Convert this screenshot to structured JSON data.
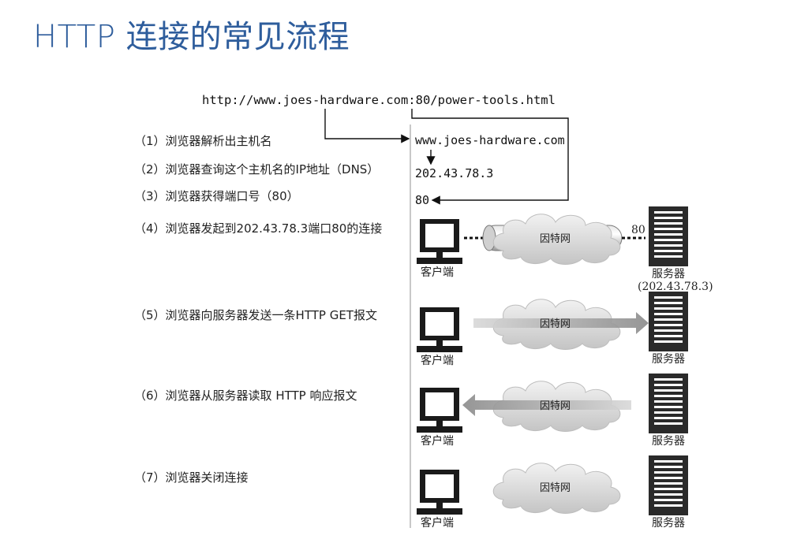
{
  "title": "HTTP 连接的常见流程",
  "url": {
    "prefix": "http://www.joes-hardware.com:",
    "port": "80",
    "suffix": "/power-tools.html"
  },
  "host": "www.joes-hardware.com",
  "ip": "202.43.78.3",
  "port_value": "80",
  "steps": [
    "（1）浏览器解析出主机名",
    "（2）浏览器查询这个主机名的IP地址（DNS）",
    "（3）浏览器获得端口号（80）",
    "（4）浏览器发起到202.43.78.3端口80的连接",
    "（5）浏览器向服务器发送一条HTTP GET报文",
    "（6）浏览器从服务器读取 HTTP 响应报文",
    "（7）浏览器关闭连接"
  ],
  "labels": {
    "client": "客户端",
    "server": "服务器",
    "internet": "因特网",
    "server_ip": "(202.43.78.3)",
    "server_port": "80"
  },
  "icons": {
    "client": "computer-monitor-icon",
    "server": "server-tower-icon",
    "internet": "cloud-icon"
  }
}
